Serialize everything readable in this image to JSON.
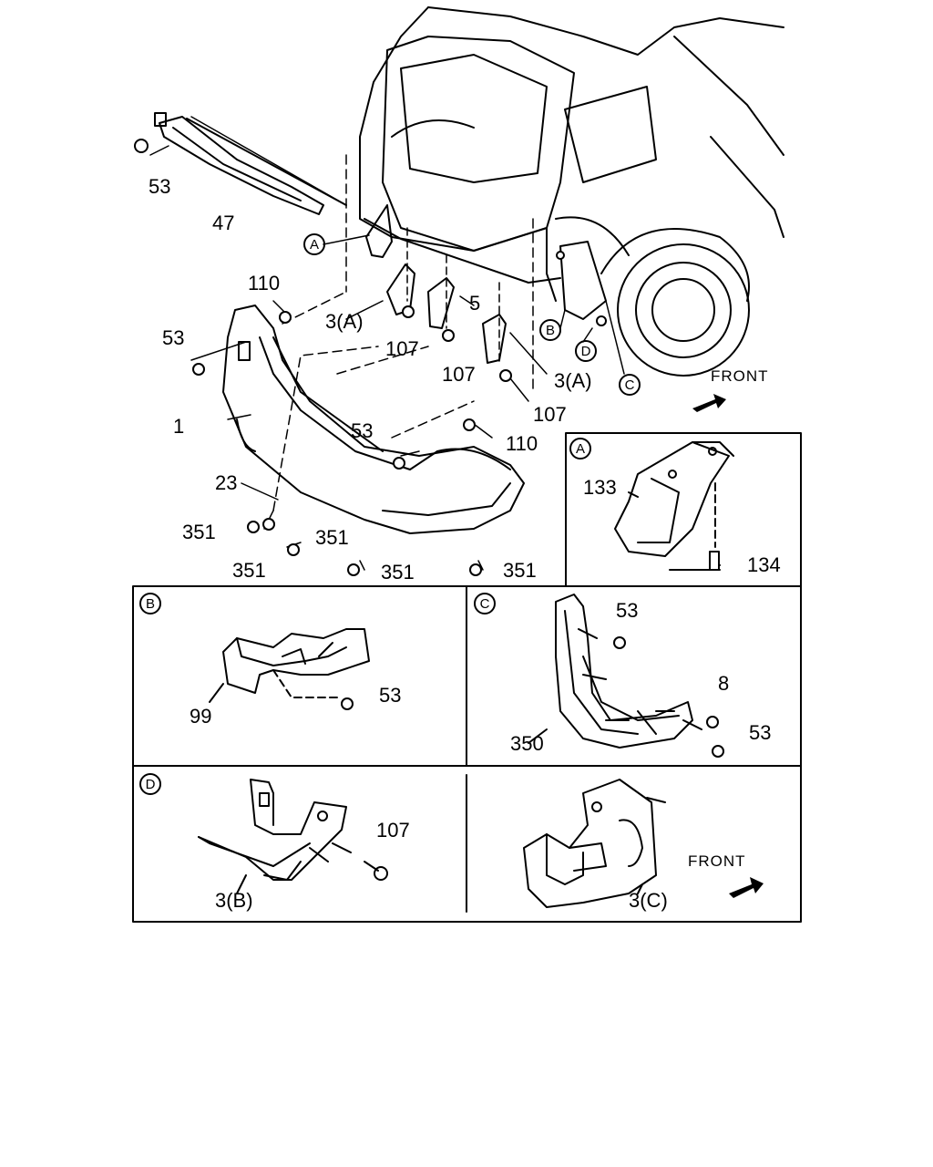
{
  "main_labels": {
    "l53a": "53",
    "l47": "47",
    "l110a": "110",
    "l53b": "53",
    "l3a1": "3(A)",
    "l5": "5",
    "l107a": "107",
    "l107b": "107",
    "l3a2": "3(A)",
    "l107c": "107",
    "l1": "1",
    "l53c": "53",
    "l110b": "110",
    "l23": "23",
    "l351a": "351",
    "l351b": "351",
    "l351c": "351",
    "l351d": "351",
    "l351e": "351"
  },
  "circle_tags": {
    "A": "A",
    "B": "B",
    "C": "C",
    "D": "D"
  },
  "front_label": "FRONT",
  "detail_A": {
    "tag": "A",
    "l133": "133",
    "l134": "134"
  },
  "detail_B": {
    "tag": "B",
    "l99": "99",
    "l53": "53"
  },
  "detail_C": {
    "tag": "C",
    "l53a": "53",
    "l8": "8",
    "l53b": "53",
    "l350": "350"
  },
  "detail_D": {
    "tag": "D",
    "l107": "107",
    "l3b": "3(B)",
    "l3c": "3(C)",
    "front": "FRONT"
  }
}
